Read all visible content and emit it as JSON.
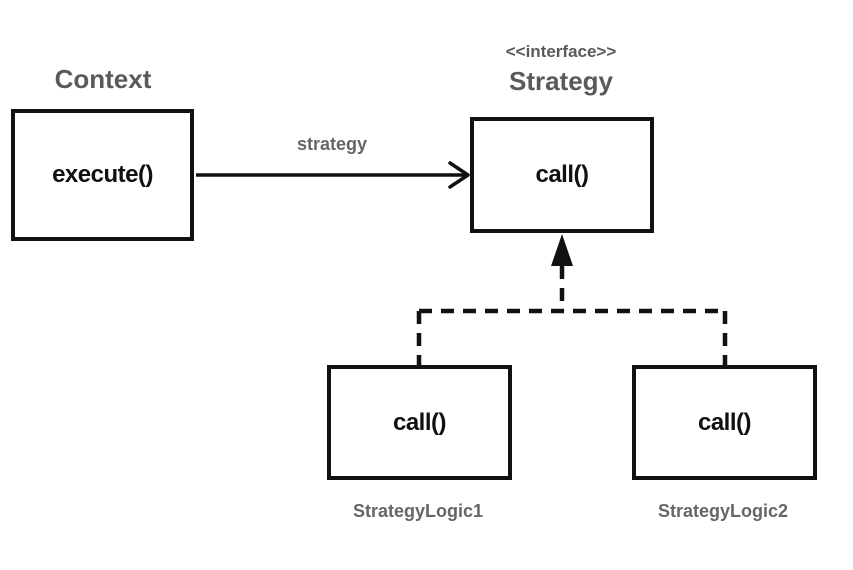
{
  "context": {
    "title": "Context",
    "method": "execute()"
  },
  "association": {
    "label": "strategy"
  },
  "strategy": {
    "stereotype": "<<interface>>",
    "title": "Strategy",
    "method": "call()"
  },
  "implementations": [
    {
      "name": "StrategyLogic1",
      "method": "call()"
    },
    {
      "name": "StrategyLogic2",
      "method": "call()"
    }
  ],
  "colors": {
    "stroke": "#111111",
    "label_text": "#5a5a5a"
  }
}
